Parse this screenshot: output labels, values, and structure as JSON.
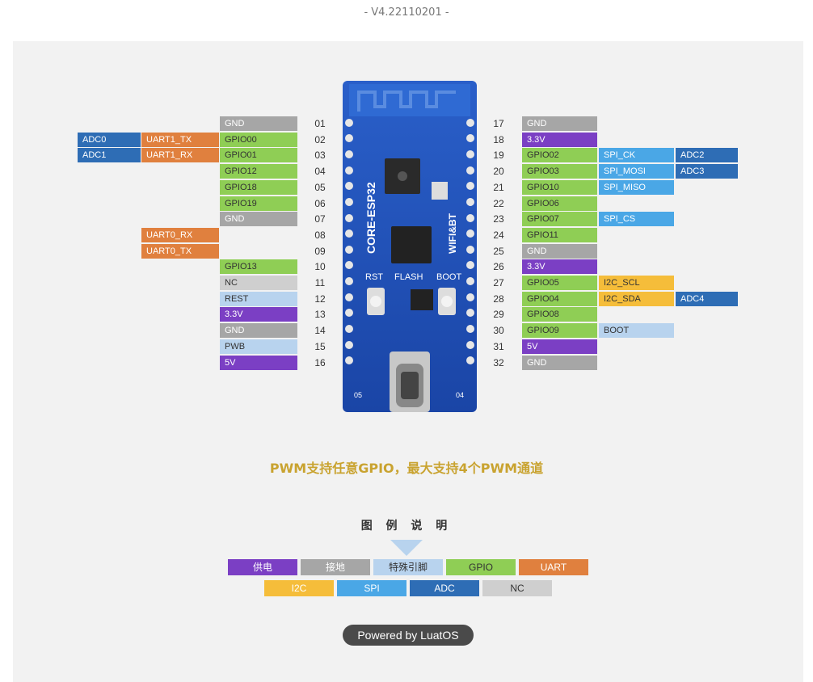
{
  "version": "- V4.22110201 -",
  "left_pins": [
    {
      "num": "01",
      "main": "GND",
      "main_type": "gnd"
    },
    {
      "num": "02",
      "main": "GPIO00",
      "main_type": "gpio",
      "f1": "UART1_TX",
      "f1_type": "uart",
      "f2": "ADC0",
      "f2_type": "adc"
    },
    {
      "num": "03",
      "main": "GPIO01",
      "main_type": "gpio",
      "f1": "UART1_RX",
      "f1_type": "uart",
      "f2": "ADC1",
      "f2_type": "adc"
    },
    {
      "num": "04",
      "main": "GPIO12",
      "main_type": "gpio"
    },
    {
      "num": "05",
      "main": "GPIO18",
      "main_type": "gpio"
    },
    {
      "num": "06",
      "main": "GPIO19",
      "main_type": "gpio"
    },
    {
      "num": "07",
      "main": "GND",
      "main_type": "gnd"
    },
    {
      "num": "08",
      "main": "",
      "main_type": "none",
      "f1": "UART0_RX",
      "f1_type": "uart"
    },
    {
      "num": "09",
      "main": "",
      "main_type": "none",
      "f1": "UART0_TX",
      "f1_type": "uart"
    },
    {
      "num": "10",
      "main": "GPIO13",
      "main_type": "gpio"
    },
    {
      "num": "11",
      "main": "NC",
      "main_type": "nc"
    },
    {
      "num": "12",
      "main": "REST",
      "main_type": "special"
    },
    {
      "num": "13",
      "main": "3.3V",
      "main_type": "pwr"
    },
    {
      "num": "14",
      "main": "GND",
      "main_type": "gnd"
    },
    {
      "num": "15",
      "main": "PWB",
      "main_type": "special"
    },
    {
      "num": "16",
      "main": "5V",
      "main_type": "pwr"
    }
  ],
  "right_pins": [
    {
      "num": "17",
      "main": "GND",
      "main_type": "gnd"
    },
    {
      "num": "18",
      "main": "3.3V",
      "main_type": "pwr"
    },
    {
      "num": "19",
      "main": "GPIO02",
      "main_type": "gpio",
      "f1": "SPI_CK",
      "f1_type": "spi",
      "f2": "ADC2",
      "f2_type": "adc"
    },
    {
      "num": "20",
      "main": "GPIO03",
      "main_type": "gpio",
      "f1": "SPI_MOSI",
      "f1_type": "spi",
      "f2": "ADC3",
      "f2_type": "adc"
    },
    {
      "num": "21",
      "main": "GPIO10",
      "main_type": "gpio",
      "f1": "SPI_MISO",
      "f1_type": "spi"
    },
    {
      "num": "22",
      "main": "GPIO06",
      "main_type": "gpio"
    },
    {
      "num": "23",
      "main": "GPIO07",
      "main_type": "gpio",
      "f1": "SPI_CS",
      "f1_type": "spi"
    },
    {
      "num": "24",
      "main": "GPIO11",
      "main_type": "gpio"
    },
    {
      "num": "25",
      "main": "GND",
      "main_type": "gnd"
    },
    {
      "num": "26",
      "main": "3.3V",
      "main_type": "pwr"
    },
    {
      "num": "27",
      "main": "GPIO05",
      "main_type": "gpio",
      "f1": "I2C_SCL",
      "f1_type": "i2c"
    },
    {
      "num": "28",
      "main": "GPIO04",
      "main_type": "gpio",
      "f1": "I2C_SDA",
      "f1_type": "i2c",
      "f2": "ADC4",
      "f2_type": "adc"
    },
    {
      "num": "29",
      "main": "GPIO08",
      "main_type": "gpio"
    },
    {
      "num": "30",
      "main": "GPIO09",
      "main_type": "gpio",
      "f1": "BOOT",
      "f1_type": "special"
    },
    {
      "num": "31",
      "main": "5V",
      "main_type": "pwr"
    },
    {
      "num": "32",
      "main": "GND",
      "main_type": "gnd"
    }
  ],
  "board": {
    "label_main": "CORE-ESP32",
    "label_side": "WIFI&BT",
    "btn_rst": "RST",
    "btn_flash": "FLASH",
    "btn_boot": "BOOT",
    "pad_left": "05",
    "pad_right": "04"
  },
  "pwm_note": "PWM支持任意GPIO，最大支持4个PWM通道",
  "legend": {
    "title": "图 例 说 明",
    "row1": [
      {
        "label": "供电",
        "type": "pwr"
      },
      {
        "label": "接地",
        "type": "gnd"
      },
      {
        "label": "特殊引脚",
        "type": "special"
      },
      {
        "label": "GPIO",
        "type": "gpio"
      },
      {
        "label": "UART",
        "type": "uart"
      }
    ],
    "row2": [
      {
        "label": "I2C",
        "type": "i2c"
      },
      {
        "label": "SPI",
        "type": "spi"
      },
      {
        "label": "ADC",
        "type": "adc"
      },
      {
        "label": "NC",
        "type": "nc"
      }
    ]
  },
  "powered": "Powered by LuatOS",
  "colors": {
    "pwr": "#7b3fc4",
    "gnd": "#a6a6a6",
    "special": "#b8d3ee",
    "gpio": "#8fce55",
    "uart": "#e0803e",
    "i2c": "#f5bd3a",
    "spi": "#4aa7e6",
    "adc": "#2e6db5",
    "nc": "#cfcfcf",
    "pwm_note": "#c9a330",
    "board": "#1f4fb5"
  }
}
